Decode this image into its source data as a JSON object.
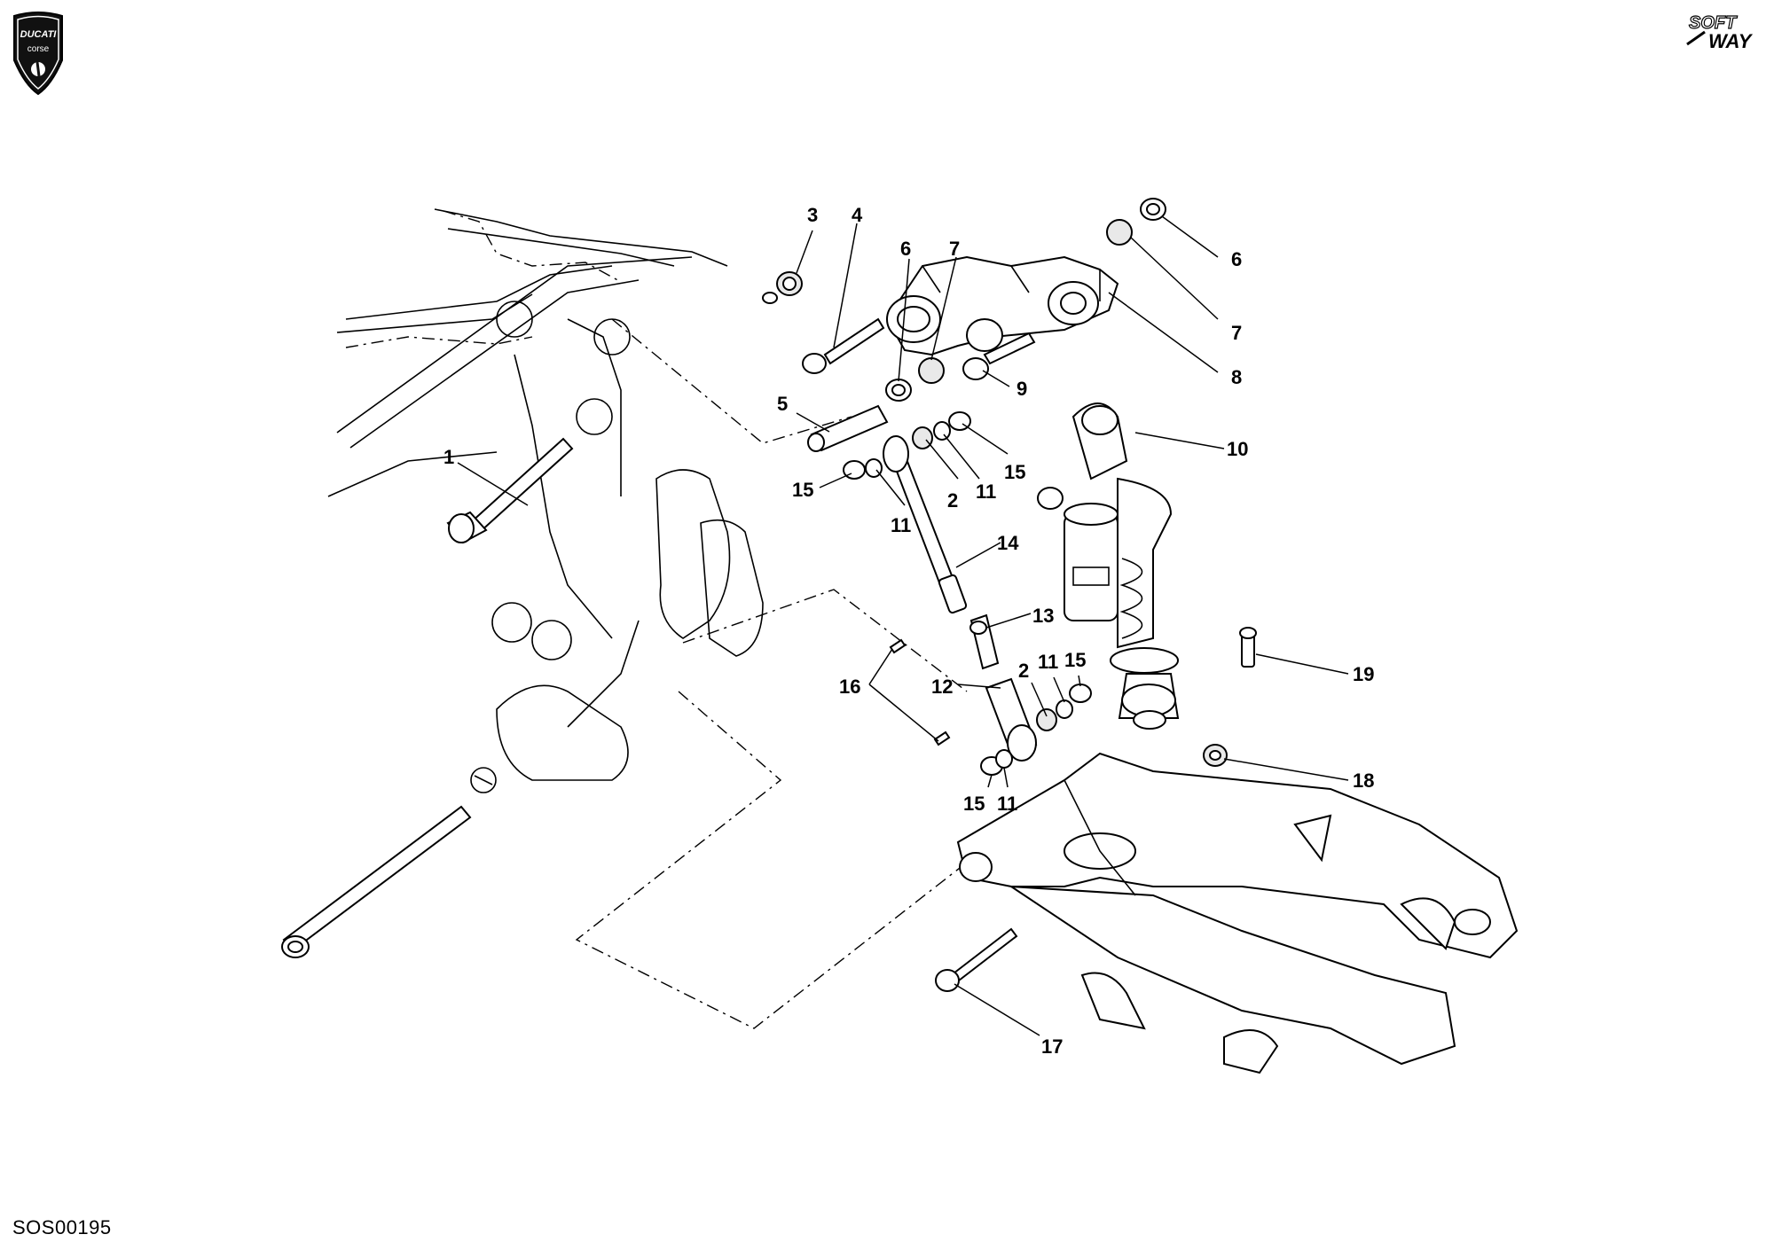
{
  "drawing_code": "SOS00195",
  "brand": {
    "logo_text_1": "DUCATI",
    "logo_text_2": "corse",
    "softway_text_1": "SOFT",
    "softway_text_2": "WAY"
  },
  "callouts": [
    "1",
    "2",
    "2",
    "3",
    "4",
    "5",
    "6",
    "6",
    "7",
    "7",
    "8",
    "9",
    "10",
    "11",
    "11",
    "11",
    "11",
    "12",
    "13",
    "14",
    "15",
    "15",
    "15",
    "15",
    "16",
    "17",
    "18",
    "19"
  ]
}
